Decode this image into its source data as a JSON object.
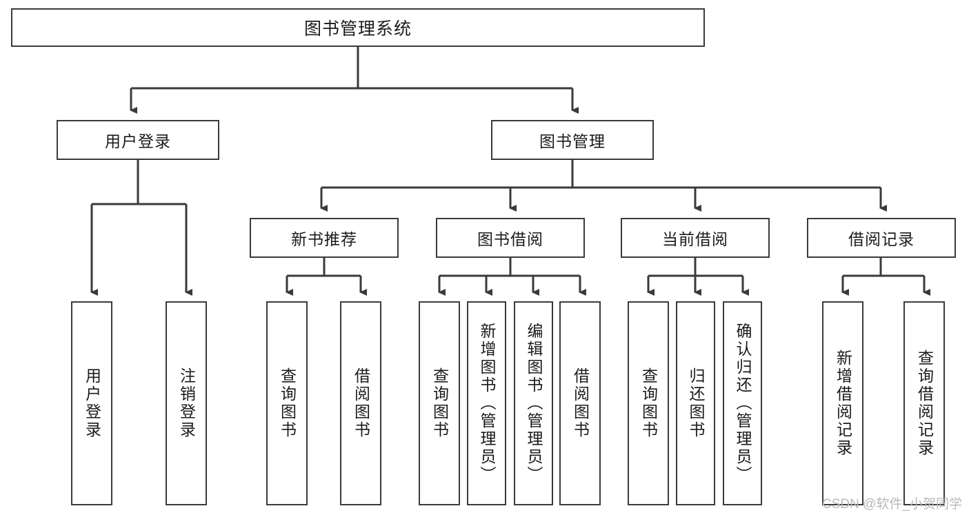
{
  "diagram": {
    "title": "图书管理系统",
    "type": "hierarchy-tree",
    "root": {
      "label": "图书管理系统"
    },
    "level2": [
      {
        "label": "用户登录"
      },
      {
        "label": "图书管理"
      }
    ],
    "level3": [
      {
        "label": "新书推荐"
      },
      {
        "label": "图书借阅"
      },
      {
        "label": "当前借阅"
      },
      {
        "label": "借阅记录"
      }
    ],
    "leaves": {
      "user_login": [
        {
          "label": "用户登录"
        },
        {
          "label": "注销登录"
        }
      ],
      "new_book_recommend": [
        {
          "label": "查询图书"
        },
        {
          "label": "借阅图书"
        }
      ],
      "book_borrow": [
        {
          "label": "查询图书"
        },
        {
          "label": "新增图书（管理员）"
        },
        {
          "label": "编辑图书（管理员）"
        },
        {
          "label": "借阅图书"
        }
      ],
      "current_borrow": [
        {
          "label": "查询图书"
        },
        {
          "label": "归还图书"
        },
        {
          "label": "确认归还（管理员）"
        }
      ],
      "borrow_record": [
        {
          "label": "新增借阅记录"
        },
        {
          "label": "查询借阅记录"
        }
      ]
    }
  },
  "watermark": {
    "text": "CSDN @软件_小贺同学"
  },
  "colors": {
    "border": "#3a3a3a",
    "text": "#1b1b1b",
    "background": "#ffffff",
    "watermark": "#b9b9b9"
  }
}
